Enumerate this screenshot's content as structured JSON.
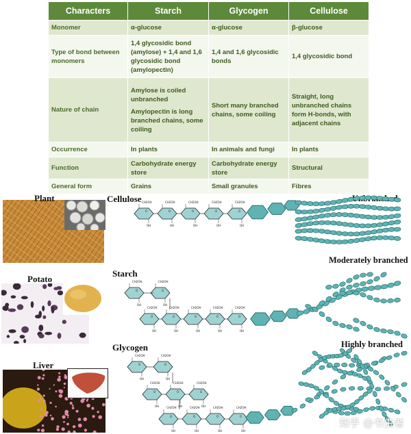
{
  "table": {
    "headers": [
      "Characters",
      "Starch",
      "Glycogen",
      "Cellulose"
    ],
    "rows": [
      {
        "label": "Monomer",
        "cells": [
          [
            "α-glucose"
          ],
          [
            "α-glucose"
          ],
          [
            "β-glucose"
          ]
        ]
      },
      {
        "label": "Type of bond between monomers",
        "cells": [
          [
            "1,4 glycosidic bond (amylose) + 1,4 and 1,6 glycosidic bond (amylopectin)"
          ],
          [
            "1,4 and 1,6 glycosidic bonds"
          ],
          [
            "1,4 glycosidic bond"
          ]
        ]
      },
      {
        "label": "Nature of chain",
        "cells": [
          [
            "Amylose is coiled unbranched",
            "Amylopectin is long branched chains, some coiling"
          ],
          [
            "Short many branched chains, some coiling"
          ],
          [
            "Straight, long unbranched chains form H-bonds, with adjacent chains"
          ]
        ]
      },
      {
        "label": "Occurrence",
        "cells": [
          [
            "In plants"
          ],
          [
            "In animals and fungi"
          ],
          [
            "In plants"
          ]
        ]
      },
      {
        "label": "Function",
        "cells": [
          [
            "Carbohydrate energy store"
          ],
          [
            "Carbohydrate energy store"
          ],
          [
            "Structural"
          ]
        ]
      },
      {
        "label": "General form",
        "cells": [
          [
            "Grains"
          ],
          [
            "Small granules"
          ],
          [
            "Fibres"
          ]
        ]
      }
    ]
  },
  "diagram": {
    "source_labels": {
      "plant": "Plant",
      "potato": "Potato",
      "liver": "Liver"
    },
    "polymer_labels": {
      "cellulose": "Cellulose",
      "starch": "Starch",
      "glycogen": "Glycogen"
    },
    "form_labels": {
      "unbranched": "Unbranched",
      "moderate": "Moderately branched",
      "highly": "Highly branched"
    },
    "ring_atom_labels": [
      "CH2OH",
      "OH",
      "H",
      "O"
    ],
    "bead_color": "#5fb3b3",
    "bead_dark": "#2a6f6f"
  },
  "watermark": "知乎 @书虫者",
  "colors": {
    "header_bg": "#5d8a3a",
    "row_alt": "#dfe8cf",
    "row_plain": "#f4f7ee",
    "cell_text": "#3e5a20"
  }
}
